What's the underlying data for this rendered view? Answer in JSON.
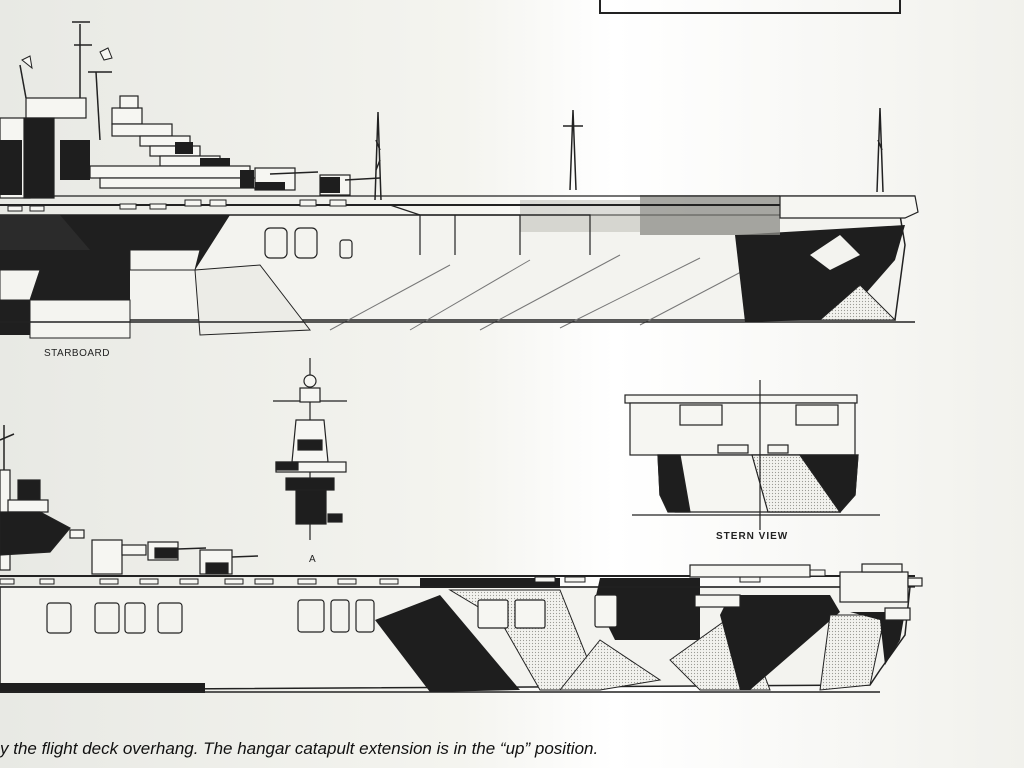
{
  "labels": {
    "starboard": "STARBOARD",
    "detail_a": "A",
    "stern_view": "STERN VIEW"
  },
  "caption": "y the flight deck overhang. The hangar catapult extension is in the “up” position.",
  "colors": {
    "paper": "#f2f2ed",
    "ink": "#1c1c1c",
    "hatch": "#c8c8c2"
  }
}
